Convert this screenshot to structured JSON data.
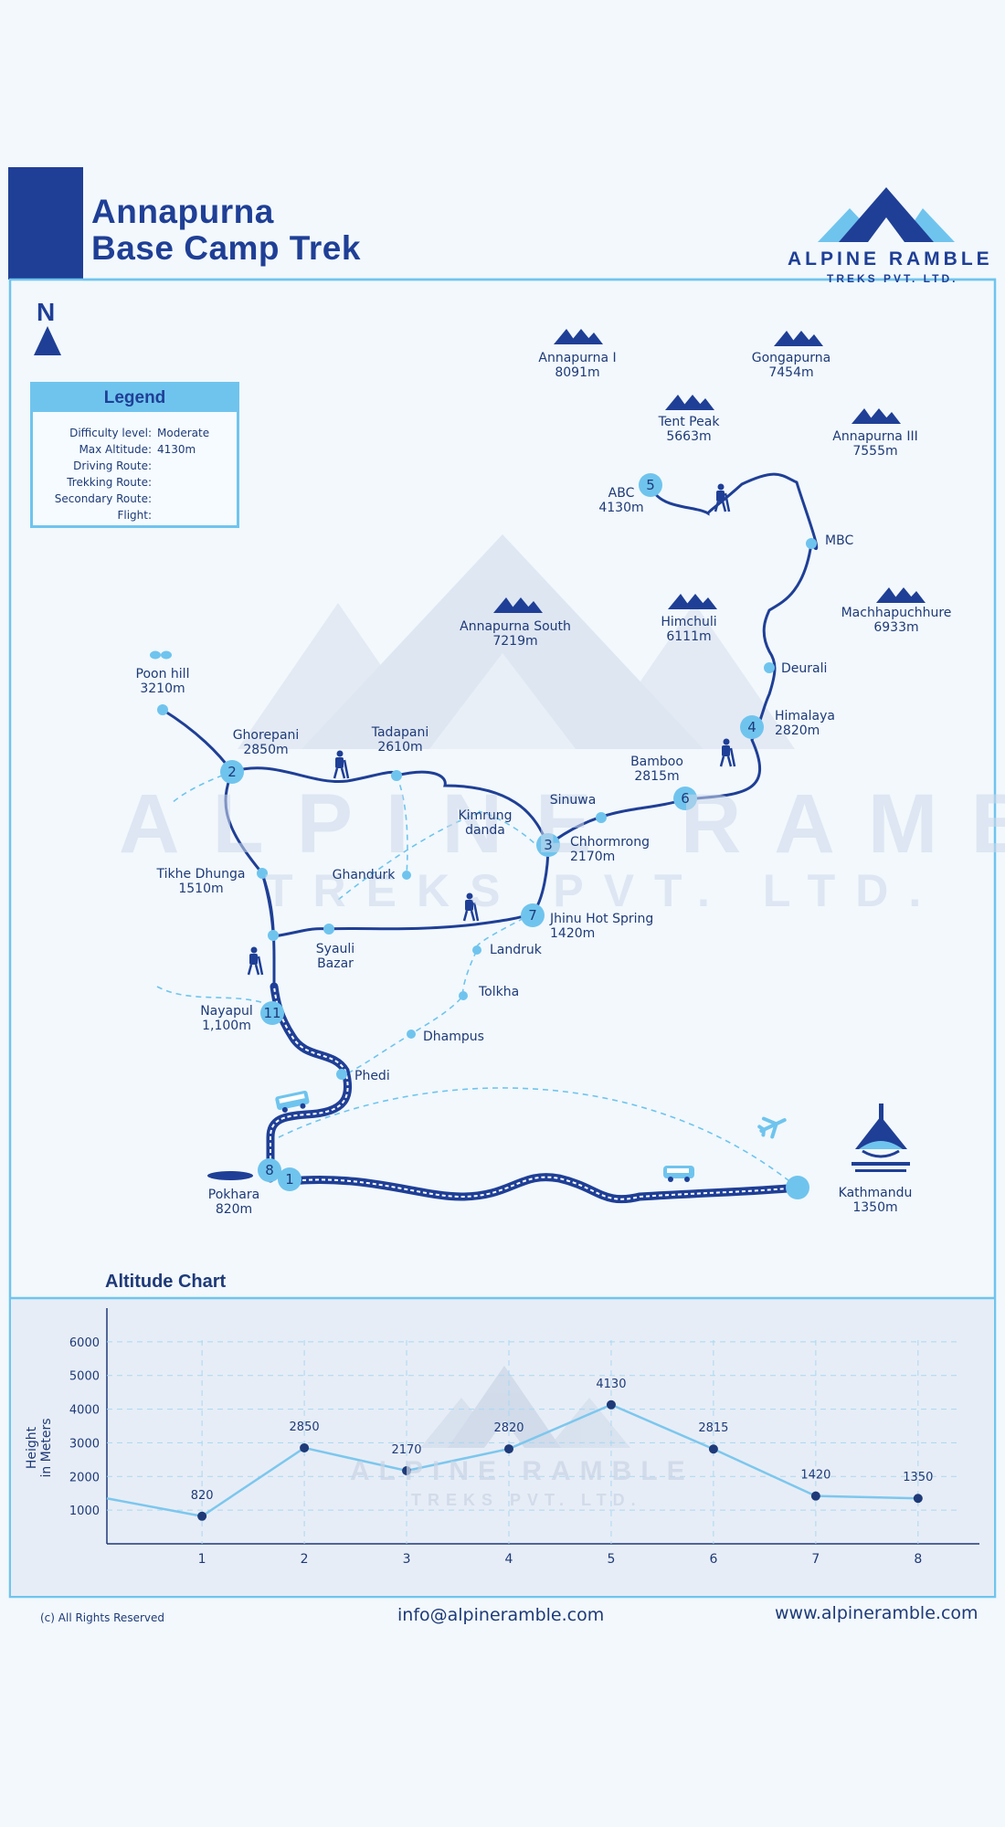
{
  "header": {
    "title_line1": "Annapurna",
    "title_line2": "Base Camp Trek",
    "logo_name": "ALPINE RAMBLE",
    "logo_sub": "TREKS PVT. LTD.",
    "brand_color": "#1f3f96",
    "accent_color": "#6fc4ee"
  },
  "compass": {
    "letter": "N"
  },
  "watermark": {
    "line1": "ALPINE RAMBLE",
    "line2": "TREKS PVT. LTD."
  },
  "legend": {
    "title": "Legend",
    "rows": [
      {
        "label": "Difficulty level:",
        "value": "Moderate"
      },
      {
        "label": "Max Altitude:",
        "value": "4130m"
      },
      {
        "label": "Driving Route:",
        "value": ""
      },
      {
        "label": "Trekking Route:",
        "value": ""
      },
      {
        "label": "Secondary Route:",
        "value": ""
      },
      {
        "label": "Flight:",
        "value": ""
      }
    ]
  },
  "peaks": [
    {
      "name": "Annapurna I",
      "alt": "8091m"
    },
    {
      "name": "Gongapurna",
      "alt": "7454m"
    },
    {
      "name": "Tent Peak",
      "alt": "5663m"
    },
    {
      "name": "Annapurna III",
      "alt": "7555m"
    },
    {
      "name": "Annapurna South",
      "alt": "7219m"
    },
    {
      "name": "Himchuli",
      "alt": "6111m"
    },
    {
      "name": "Machhapuchhure",
      "alt": "6933m"
    }
  ],
  "stops": {
    "abc": {
      "num": "5",
      "name": "ABC",
      "alt": "4130m"
    },
    "himalaya": {
      "num": "4",
      "name": "Himalaya",
      "alt": "2820m"
    },
    "bamboo": {
      "num": "6",
      "name": "Bamboo",
      "alt": "2815m"
    },
    "chhomrong": {
      "num": "3",
      "name": "Chhormrong",
      "alt": "2170m"
    },
    "jhinu": {
      "num": "7",
      "name": "Jhinu Hot Spring",
      "alt": "1420m"
    },
    "ghorepani": {
      "num": "2",
      "name": "Ghorepani",
      "alt": "2850m"
    },
    "nayapul": {
      "num": "11",
      "name": "Nayapul",
      "alt": "1,100m"
    },
    "pokhara": {
      "num_a": "8",
      "num_b": "1",
      "name": "Pokhara",
      "alt": "820m"
    },
    "kathmandu": {
      "name": "Kathmandu",
      "alt": "1350m"
    }
  },
  "places": {
    "mbc": "MBC",
    "deurali": "Deurali",
    "sinuwa": "Sinuwa",
    "poonhill": {
      "name": "Poon hill",
      "alt": "3210m"
    },
    "tadapani": {
      "name": "Tadapani",
      "alt": "2610m"
    },
    "kimrung": {
      "line1": "Kimrung",
      "line2": "danda"
    },
    "ghandruk": "Ghandurk",
    "tikhe": {
      "name": "Tikhe Dhunga",
      "alt": "1510m"
    },
    "syauli": {
      "line1": "Syauli",
      "line2": "Bazar"
    },
    "landruk": "Landruk",
    "tolkha": "Tolkha",
    "dhampus": "Dhampus",
    "phedi": "Phedi"
  },
  "chart_data": {
    "type": "line",
    "title": "Altitude Chart",
    "ylabel": "Height in Meters",
    "xlabel": "",
    "x": [
      1,
      2,
      3,
      4,
      5,
      6,
      7,
      8
    ],
    "values": [
      820,
      2850,
      2170,
      2820,
      4130,
      2815,
      1420,
      1350
    ],
    "lead_in_value": 1350,
    "data_labels": [
      "820",
      "2850",
      "2170",
      "2820",
      "4130",
      "2815",
      "1420",
      "1350"
    ],
    "yticks": [
      1000,
      2000,
      3000,
      4000,
      5000,
      6000
    ],
    "ylim": [
      0,
      7000
    ],
    "xlim": [
      0.07,
      8.6
    ],
    "grid": true,
    "line_color": "#7cc7ee",
    "point_color": "#1e3a78"
  },
  "footer": {
    "copyright": "(c) All Rights Reserved",
    "email": "info@alpineramble.com",
    "website": "www.alpineramble.com"
  }
}
